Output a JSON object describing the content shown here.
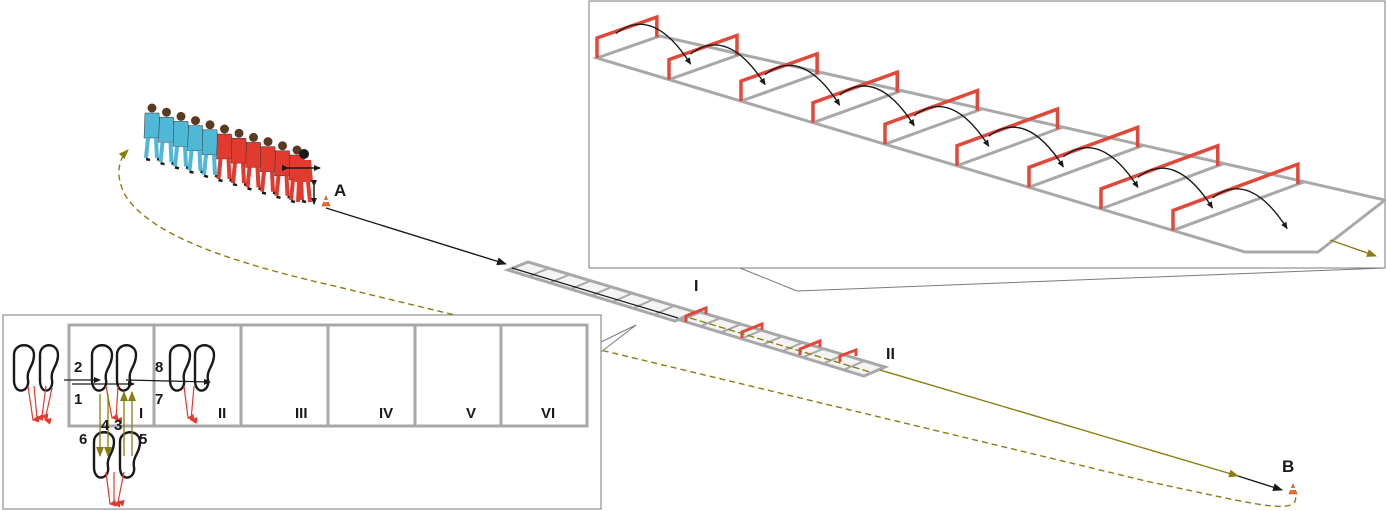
{
  "points": {
    "start": "A",
    "end": "B"
  },
  "ladder_labels": {
    "section_1": "I",
    "section_2": "II"
  },
  "zone_labels": [
    "I",
    "II",
    "III",
    "IV",
    "V",
    "VI"
  ],
  "step_numbers": [
    "1",
    "2",
    "3",
    "4",
    "5",
    "6",
    "7",
    "8"
  ],
  "players": {
    "blue_count": 5,
    "red_count": 6
  },
  "colors": {
    "blue_team": "#4fb8d6",
    "red_team": "#e23a2f",
    "ladder_grey": "#a8a8a8",
    "hurdle_red": "#e0483a",
    "path_olive": "#8a7d10",
    "arrow_black": "#1a1a1a"
  }
}
